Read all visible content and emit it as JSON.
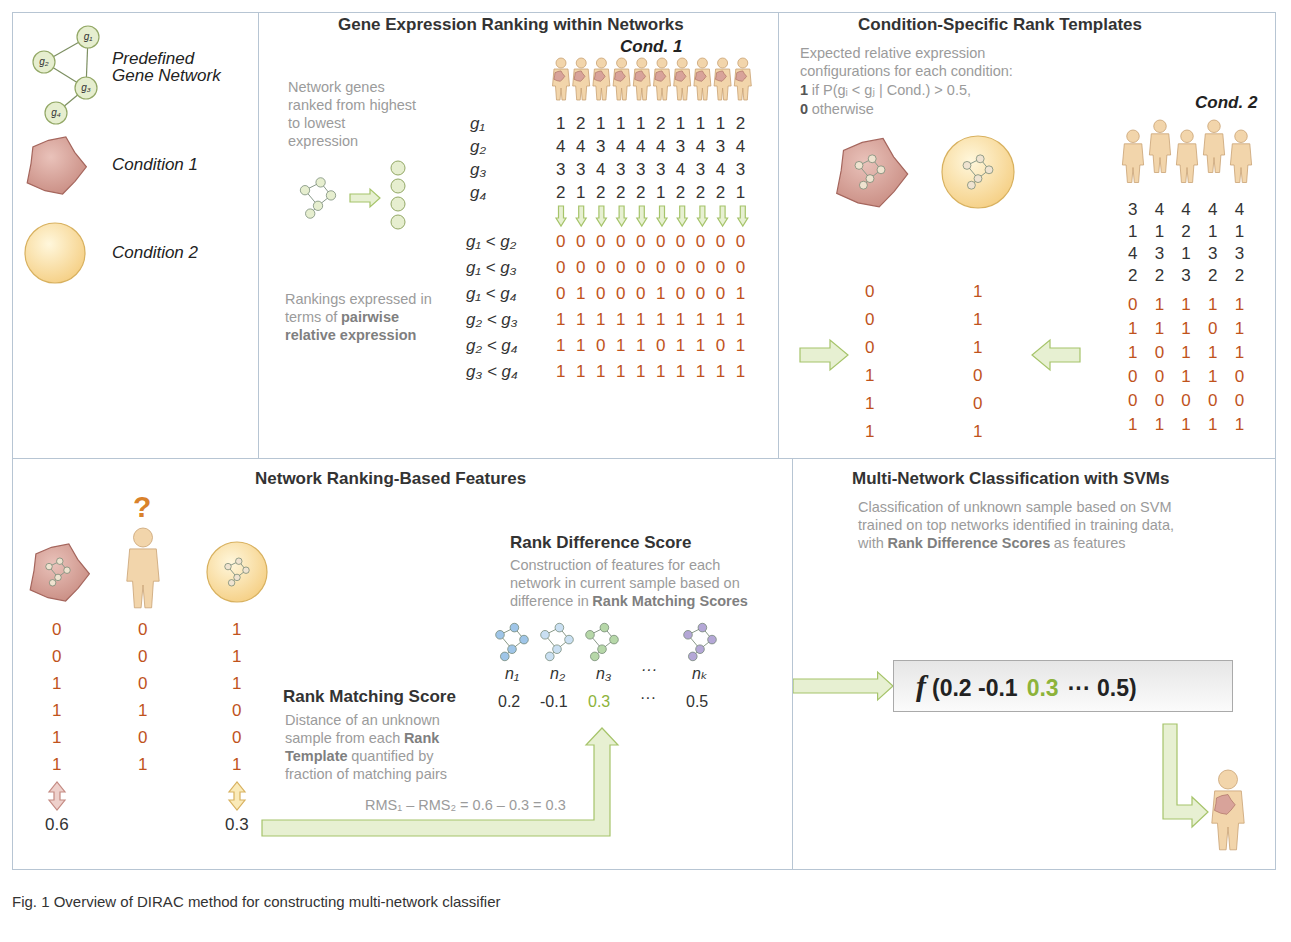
{
  "diagram": {
    "caption": "Fig. 1 Overview of DIRAC method for constructing multi-network classifier",
    "nodes": [
      {
        "text": [
          "Predefined Gene Network",
          "Condition 1",
          "Condition 2"
        ]
      },
      {
        "text": [
          "Gene Expression Ranking within Networks",
          "Cond. 1",
          "Network genes ranked from highest to lowest expression",
          "Rankings expressed in terms of",
          "pairwise relative expression"
        ]
      },
      {
        "text": [
          "Condition-Specific Rank Templates",
          "Expected relative expression configurations for each condition:",
          "1",
          "if P(gᵢ < gⱼ | Cond.) > 0.5,",
          "0",
          "otherwise",
          "Cond. 2"
        ]
      },
      {
        "text": [
          "Network Ranking-Based Features",
          "Rank Matching Score",
          "Distance of an unknown sample from each",
          "Rank Template",
          "quantified by fraction of matching pairs",
          "Rank Difference Score",
          "Construction of features for each network in current sample based on difference in",
          "Rank Matching Scores",
          "RMS₁ – RMS₂ = 0.6 – 0.3 = 0.3"
        ]
      },
      {
        "text": [
          "Multi-Network Classification with SVMs",
          "Classification of unknown sample based on SVM trained on top networks identified in training data, with",
          "Rank Difference Scores",
          "as features"
        ]
      },
      {
        "text": [
          "f",
          "(0.2 -0.1",
          "0.3",
          "··· 0.5)"
        ],
        "in": 4
      }
    ],
    "edges": [
      {
        "from": 3,
        "to": 5,
        "arrow": "to"
      }
    ],
    "labels": [
      "g₁",
      "g₂",
      "g₃",
      "g₄",
      "g₁",
      "1 2 1 1 1 2 1 1 1 2",
      "g₂",
      "4 4 3 4 4 4 3 4 3 4",
      "g₃",
      "3 3 4 3 3 3 4 3 4 3",
      "g₄",
      "2 1 2 2 2 1 2 2 2 1",
      "g₁ < g₂",
      "0 0 0 0 0 0 0 0 0 0",
      "g₁ < g₃",
      "0 0 0 0 0 0 0 0 0 0",
      "g₁ < g₄",
      "0 1 0 0 0 1 0 0 0 1",
      "g₂ < g₃",
      "1 1 1 1 1 1 1 1 1 1",
      "g₂ < g₄",
      "1 1 0 1 1 0 1 1 0 1",
      "g₃ < g₄",
      "1 1 1 1 1 1 1 1 1 1",
      "0 0 0 1 1 1",
      "1 1 1 0 0 1",
      "3 4 4 4 4",
      "1 1 2 1 1",
      "4 3 1 3 3",
      "2 2 3 2 2",
      "0 1 1 1 1",
      "1 1 1 0 1",
      "1 0 1 1 1",
      "0 0 1 1 0",
      "0 0 0 0 0",
      "1 1 1 1 1",
      "?",
      "0 0 1 1 1 1",
      "0 0 0 1 0 1",
      "1 1 1 0 0 1",
      "0.6",
      "0.3",
      "n₁",
      "n₂",
      "n₃",
      "···",
      "nₖ",
      "0.2",
      "-0.1",
      "0.3",
      "···",
      "0.5"
    ]
  }
}
